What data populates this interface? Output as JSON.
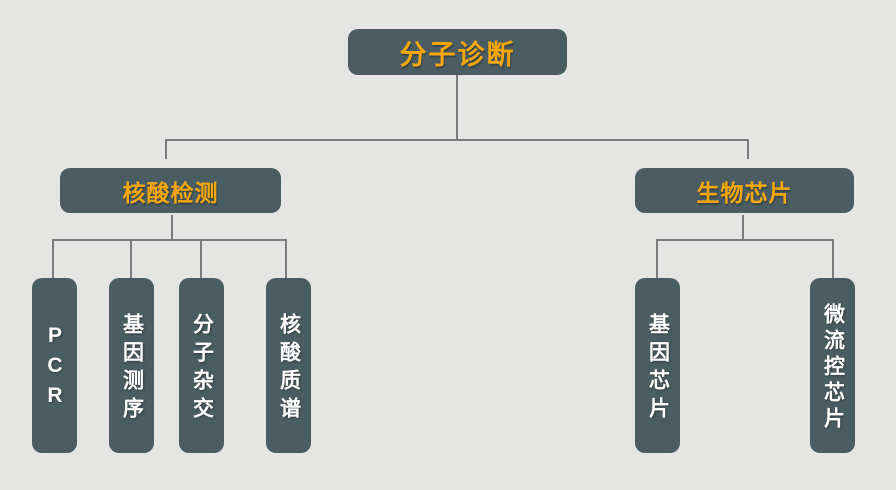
{
  "diagram": {
    "type": "tree",
    "colors": {
      "node_fill": "#4a5d63",
      "branch_text": "#f5a70a",
      "leaf_text": "#ffffff",
      "connector": "#7b7b7b",
      "page_bg": "#e5e5e4"
    },
    "root": {
      "label": "分子诊断"
    },
    "branches": [
      {
        "label": "核酸检测",
        "children": [
          {
            "label": "PCR"
          },
          {
            "label": "基因测序"
          },
          {
            "label": "分子杂交"
          },
          {
            "label": "核酸质谱"
          }
        ]
      },
      {
        "label": "生物芯片",
        "children": [
          {
            "label": "基因芯片"
          },
          {
            "label": "微流控芯片"
          }
        ]
      }
    ]
  }
}
